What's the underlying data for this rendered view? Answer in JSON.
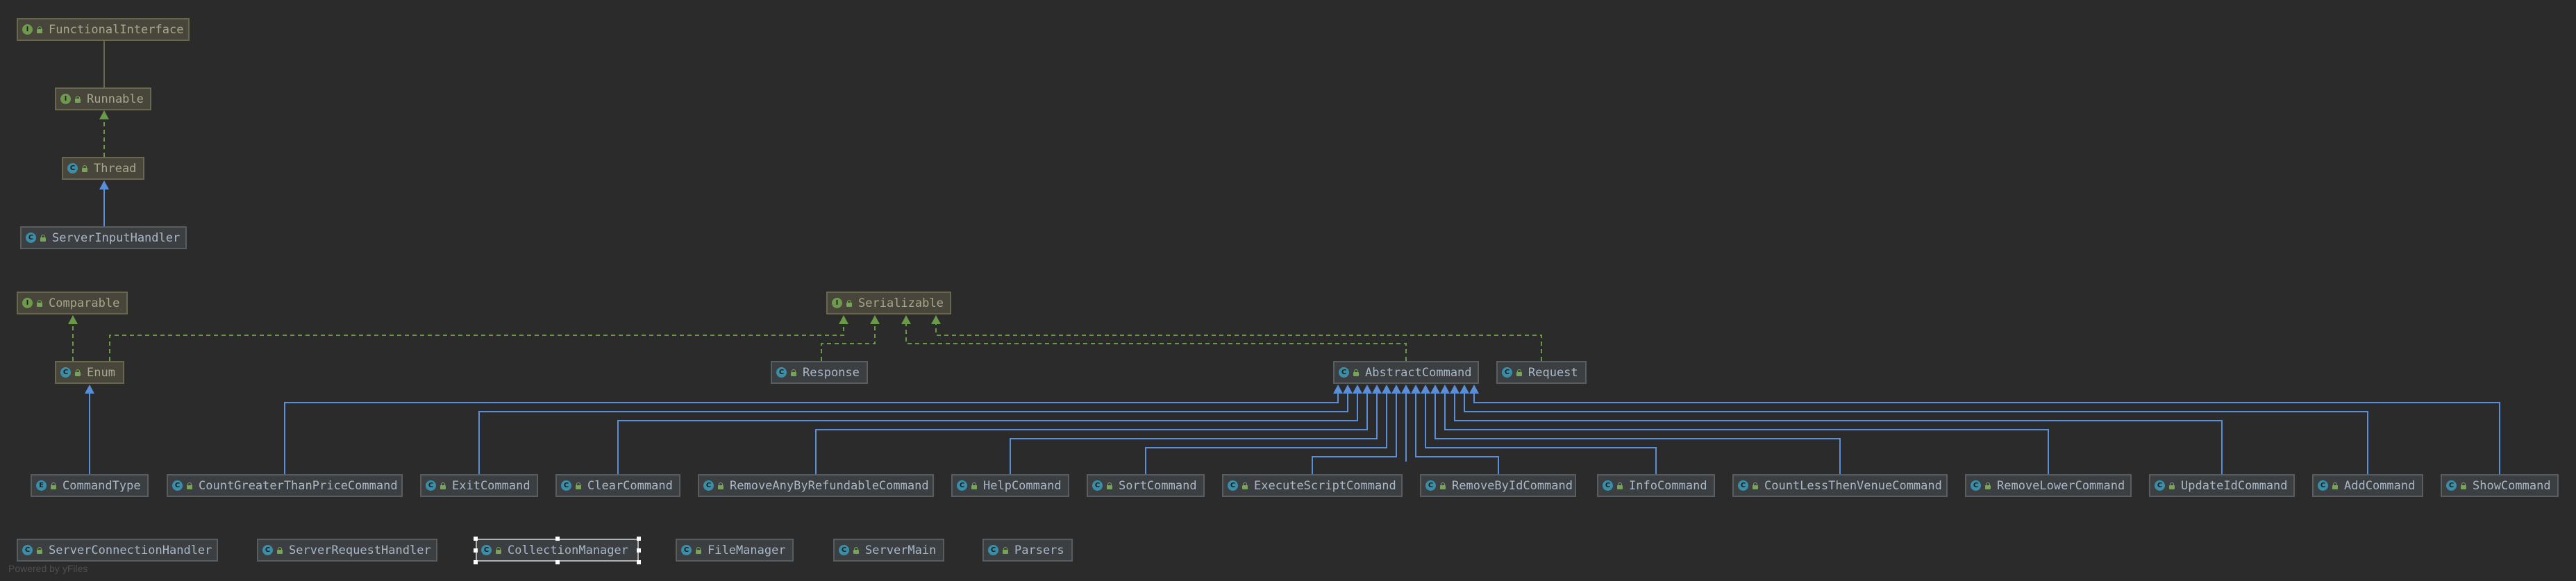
{
  "diagram": {
    "classes": [
      {
        "id": "FunctionalInterface",
        "label": "FunctionalInterface",
        "kind": "interface",
        "icon": "I",
        "library": true
      },
      {
        "id": "Runnable",
        "label": "Runnable",
        "kind": "interface",
        "icon": "I",
        "library": true
      },
      {
        "id": "Thread",
        "label": "Thread",
        "kind": "class",
        "icon": "C",
        "library": true
      },
      {
        "id": "ServerInputHandler",
        "label": "ServerInputHandler",
        "kind": "class",
        "icon": "C",
        "library": false
      },
      {
        "id": "Comparable",
        "label": "Comparable",
        "kind": "interface",
        "icon": "I",
        "library": true
      },
      {
        "id": "Enum",
        "label": "Enum",
        "kind": "class",
        "icon": "C",
        "library": true
      },
      {
        "id": "Serializable",
        "label": "Serializable",
        "kind": "interface",
        "icon": "I",
        "library": true
      },
      {
        "id": "Response",
        "label": "Response",
        "kind": "class",
        "icon": "C",
        "library": false
      },
      {
        "id": "AbstractCommand",
        "label": "AbstractCommand",
        "kind": "abstract",
        "icon": "C",
        "library": false
      },
      {
        "id": "Request",
        "label": "Request",
        "kind": "class",
        "icon": "C",
        "library": false
      },
      {
        "id": "CommandType",
        "label": "CommandType",
        "kind": "enum",
        "icon": "E",
        "library": false
      },
      {
        "id": "CountGreaterThanPriceCommand",
        "label": "CountGreaterThanPriceCommand",
        "kind": "class",
        "icon": "C",
        "library": false
      },
      {
        "id": "ExitCommand",
        "label": "ExitCommand",
        "kind": "class",
        "icon": "C",
        "library": false
      },
      {
        "id": "ClearCommand",
        "label": "ClearCommand",
        "kind": "class",
        "icon": "C",
        "library": false
      },
      {
        "id": "RemoveAnyByRefundableCommand",
        "label": "RemoveAnyByRefundableCommand",
        "kind": "class",
        "icon": "C",
        "library": false
      },
      {
        "id": "HelpCommand",
        "label": "HelpCommand",
        "kind": "class",
        "icon": "C",
        "library": false
      },
      {
        "id": "SortCommand",
        "label": "SortCommand",
        "kind": "class",
        "icon": "C",
        "library": false
      },
      {
        "id": "ExecuteScriptCommand",
        "label": "ExecuteScriptCommand",
        "kind": "class",
        "icon": "C",
        "library": false
      },
      {
        "id": "RemoveByIdCommand",
        "label": "RemoveByIdCommand",
        "kind": "class",
        "icon": "C",
        "library": false
      },
      {
        "id": "InfoCommand",
        "label": "InfoCommand",
        "kind": "class",
        "icon": "C",
        "library": false
      },
      {
        "id": "CountLessThenVenueCommand",
        "label": "CountLessThenVenueCommand",
        "kind": "class",
        "icon": "C",
        "library": false
      },
      {
        "id": "RemoveLowerCommand",
        "label": "RemoveLowerCommand",
        "kind": "class",
        "icon": "C",
        "library": false
      },
      {
        "id": "UpdateIdCommand",
        "label": "UpdateIdCommand",
        "kind": "class",
        "icon": "C",
        "library": false
      },
      {
        "id": "AddCommand",
        "label": "AddCommand",
        "kind": "class",
        "icon": "C",
        "library": false
      },
      {
        "id": "ShowCommand",
        "label": "ShowCommand",
        "kind": "class",
        "icon": "C",
        "library": false
      },
      {
        "id": "ServerConnectionHandler",
        "label": "ServerConnectionHandler",
        "kind": "class",
        "icon": "C",
        "library": false
      },
      {
        "id": "ServerRequestHandler",
        "label": "ServerRequestHandler",
        "kind": "class",
        "icon": "C",
        "library": false
      },
      {
        "id": "CollectionManager",
        "label": "CollectionManager",
        "kind": "class",
        "icon": "C",
        "library": false,
        "selected": true
      },
      {
        "id": "FileManager",
        "label": "FileManager",
        "kind": "class",
        "icon": "C",
        "library": false
      },
      {
        "id": "ServerMain",
        "label": "ServerMain",
        "kind": "class",
        "icon": "C",
        "library": false
      },
      {
        "id": "Parsers",
        "label": "Parsers",
        "kind": "class",
        "icon": "C",
        "library": false
      }
    ],
    "relations": [
      {
        "from": "Runnable",
        "to": "FunctionalInterface",
        "type": "annotation"
      },
      {
        "from": "Thread",
        "to": "Runnable",
        "type": "implements"
      },
      {
        "from": "ServerInputHandler",
        "to": "Thread",
        "type": "extends"
      },
      {
        "from": "Enum",
        "to": "Comparable",
        "type": "implements"
      },
      {
        "from": "Enum",
        "to": "Serializable",
        "type": "implements"
      },
      {
        "from": "Response",
        "to": "Serializable",
        "type": "implements"
      },
      {
        "from": "AbstractCommand",
        "to": "Serializable",
        "type": "implements"
      },
      {
        "from": "Request",
        "to": "Serializable",
        "type": "implements"
      },
      {
        "from": "CommandType",
        "to": "Enum",
        "type": "extends"
      },
      {
        "from": "CountGreaterThanPriceCommand",
        "to": "AbstractCommand",
        "type": "extends"
      },
      {
        "from": "ExitCommand",
        "to": "AbstractCommand",
        "type": "extends"
      },
      {
        "from": "ClearCommand",
        "to": "AbstractCommand",
        "type": "extends"
      },
      {
        "from": "RemoveAnyByRefundableCommand",
        "to": "AbstractCommand",
        "type": "extends"
      },
      {
        "from": "HelpCommand",
        "to": "AbstractCommand",
        "type": "extends"
      },
      {
        "from": "SortCommand",
        "to": "AbstractCommand",
        "type": "extends"
      },
      {
        "from": "ExecuteScriptCommand",
        "to": "AbstractCommand",
        "type": "extends"
      },
      {
        "from": "RemoveByIdCommand",
        "to": "AbstractCommand",
        "type": "extends"
      },
      {
        "from": "InfoCommand",
        "to": "AbstractCommand",
        "type": "extends"
      },
      {
        "from": "CountLessThenVenueCommand",
        "to": "AbstractCommand",
        "type": "extends"
      },
      {
        "from": "RemoveLowerCommand",
        "to": "AbstractCommand",
        "type": "extends"
      },
      {
        "from": "UpdateIdCommand",
        "to": "AbstractCommand",
        "type": "extends"
      },
      {
        "from": "AddCommand",
        "to": "AbstractCommand",
        "type": "extends"
      },
      {
        "from": "ShowCommand",
        "to": "AbstractCommand",
        "type": "extends"
      }
    ],
    "colors": {
      "background": "#2b2b2b",
      "extends_edge": "#5b8ed8",
      "implements_edge": "#6a9a47",
      "annotation_edge": "#6a6750",
      "class_icon": "#3b8ea8",
      "interface_icon": "#6e9a4e"
    }
  },
  "footer": {
    "text": "Powered by yFiles"
  }
}
